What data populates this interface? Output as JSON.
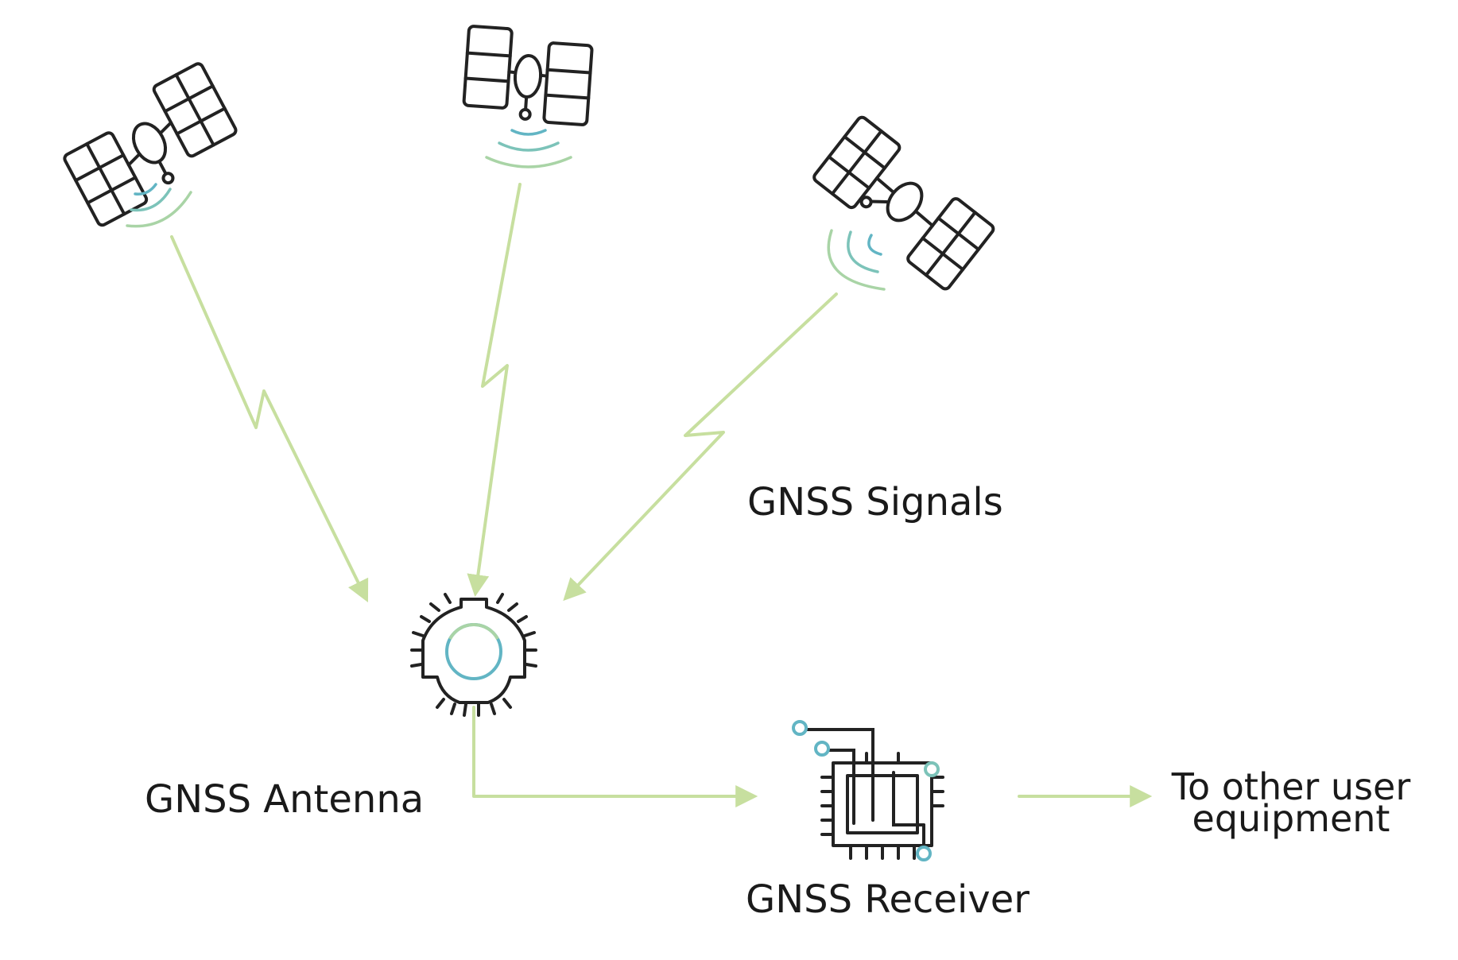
{
  "colors": {
    "signal_green": "#c7df9f",
    "wave_blue": "#62b5c4",
    "wave_green": "#a9d4a6",
    "icon_dark": "#222222",
    "text": "#1a1a1a"
  },
  "icons": {
    "satellite": "satellite-icon",
    "antenna": "antenna-icon",
    "receiver": "receiver-chip-icon"
  },
  "labels": {
    "signals": "GNSS Signals",
    "antenna": "GNSS Antenna",
    "receiver": "GNSS Receiver",
    "output_line1": "To other user",
    "output_line2": "equipment"
  }
}
